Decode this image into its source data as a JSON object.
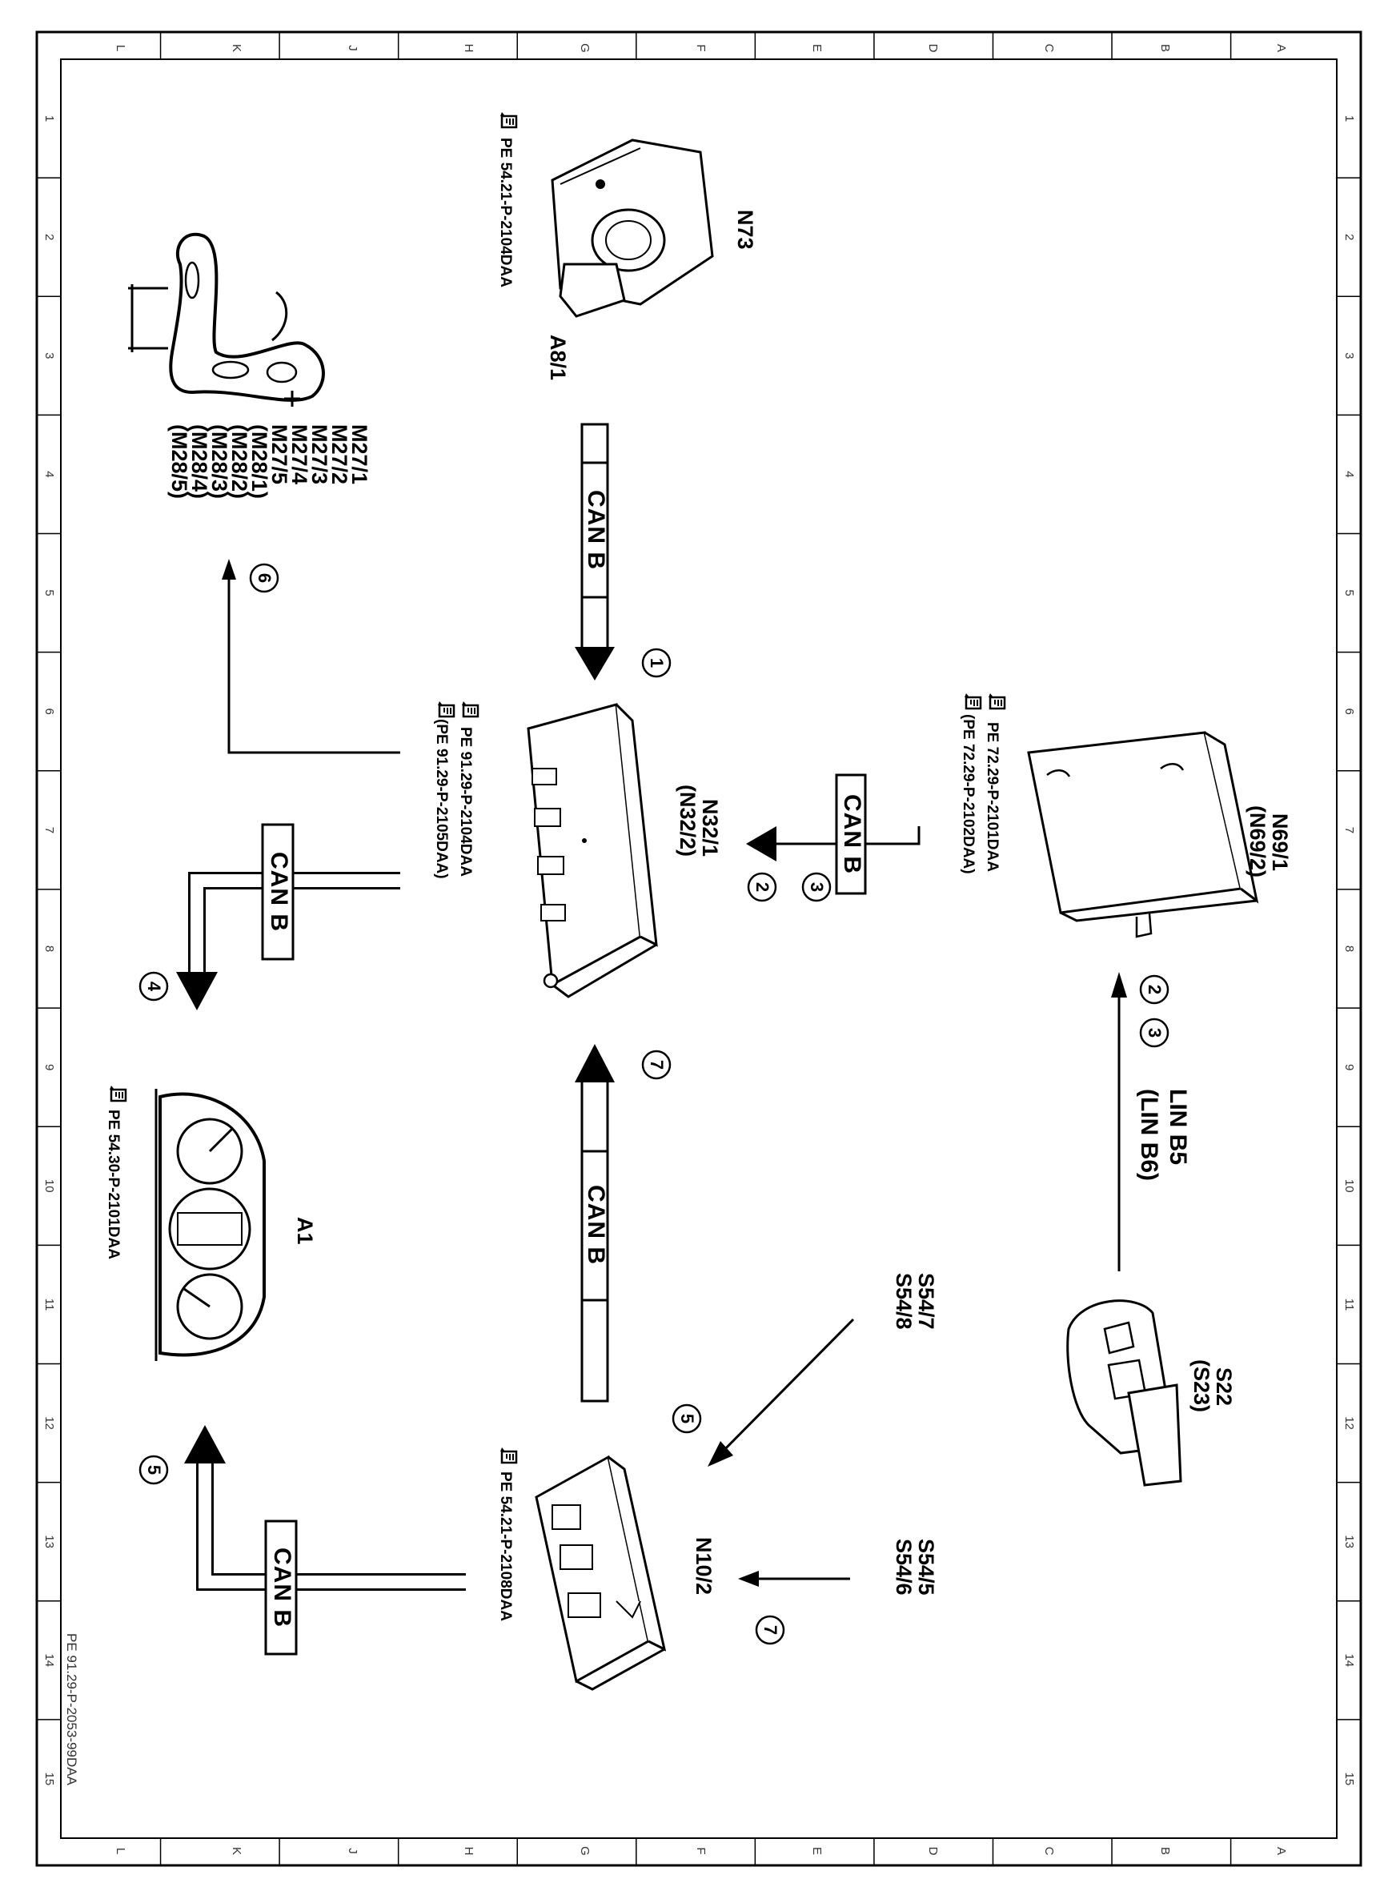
{
  "letters": [
    "L",
    "K",
    "J",
    "H",
    "G",
    "F",
    "E",
    "D",
    "C",
    "B",
    "A"
  ],
  "numbers": [
    "1",
    "2",
    "3",
    "4",
    "5",
    "6",
    "7",
    "8",
    "9",
    "10",
    "11",
    "12",
    "13",
    "14",
    "15"
  ],
  "doc_code": "PE 91.29-P-2053-99DAA",
  "bus": {
    "can": "CAN B",
    "lin1": "LIN B5",
    "lin2": "(LIN B6)"
  },
  "steps": [
    "1",
    "2",
    "3",
    "4",
    "5",
    "6",
    "7"
  ],
  "components": {
    "n73": {
      "label": "N73",
      "ref": "PE 54.21-P-2104DAA"
    },
    "a8_1": {
      "label": "A8/1"
    },
    "n69": {
      "label1": "N69/1",
      "label2": "(N69/2)",
      "ref1": "PE 72.29-P-2101DAA",
      "ref2": "(PE 72.29-P-2102DAA)"
    },
    "n32": {
      "label1": "N32/1",
      "label2": "(N32/2)",
      "ref1": "PE 91.29-P-2104DAA",
      "ref2": "(PE 91.29-P-2105DAA)"
    },
    "motors": {
      "labels": [
        "M27/1",
        "M27/2",
        "M27/3",
        "M27/4",
        "M27/5",
        "(M28/1)",
        "(M28/2)",
        "(M28/3)",
        "(M28/4)",
        "(M28/5)"
      ]
    },
    "a1": {
      "label": "A1",
      "ref": "PE 54.30-P-2101DAA"
    },
    "s22": {
      "label1": "S22",
      "label2": "(S23)"
    },
    "s54_top": {
      "label1": "S54/7",
      "label2": "S54/8"
    },
    "s54_bot": {
      "label1": "S54/5",
      "label2": "S54/6"
    },
    "n10": {
      "label": "N10/2",
      "ref": "PE 54.21-P-2108DAA"
    }
  }
}
